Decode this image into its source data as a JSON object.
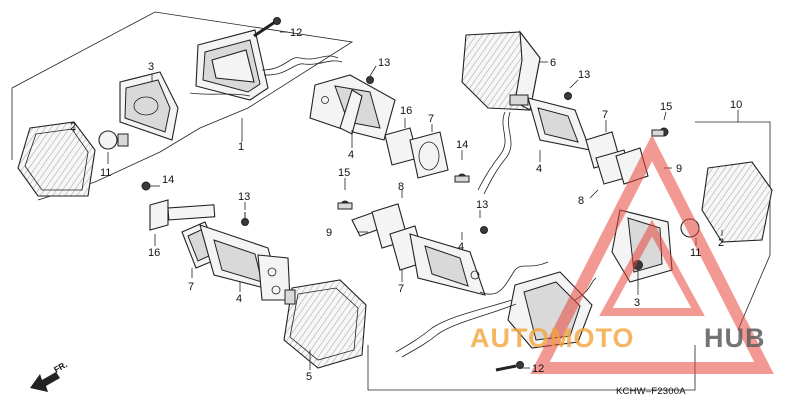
{
  "callouts": [
    {
      "id": "c1",
      "text": "1"
    },
    {
      "id": "c2a",
      "text": "2"
    },
    {
      "id": "c3a",
      "text": "3"
    },
    {
      "id": "c4a",
      "text": "4"
    },
    {
      "id": "c4b",
      "text": "4"
    },
    {
      "id": "c4c",
      "text": "4"
    },
    {
      "id": "c4d",
      "text": "4"
    },
    {
      "id": "c5",
      "text": "5"
    },
    {
      "id": "c6",
      "text": "6"
    },
    {
      "id": "c7a",
      "text": "7"
    },
    {
      "id": "c7b",
      "text": "7"
    },
    {
      "id": "c7c",
      "text": "7"
    },
    {
      "id": "c7d",
      "text": "7"
    },
    {
      "id": "c8a",
      "text": "8"
    },
    {
      "id": "c8b",
      "text": "8"
    },
    {
      "id": "c9a",
      "text": "9"
    },
    {
      "id": "c9b",
      "text": "9"
    },
    {
      "id": "c10",
      "text": "10"
    },
    {
      "id": "c11a",
      "text": "11"
    },
    {
      "id": "c11b",
      "text": "11"
    },
    {
      "id": "c12a",
      "text": "12"
    },
    {
      "id": "c12b",
      "text": "12"
    },
    {
      "id": "c13a",
      "text": "13"
    },
    {
      "id": "c13b",
      "text": "13"
    },
    {
      "id": "c13c",
      "text": "13"
    },
    {
      "id": "c13d",
      "text": "13"
    },
    {
      "id": "c14a",
      "text": "14"
    },
    {
      "id": "c14b",
      "text": "14"
    },
    {
      "id": "c15a",
      "text": "15"
    },
    {
      "id": "c15b",
      "text": "15"
    },
    {
      "id": "c16a",
      "text": "16"
    },
    {
      "id": "c16b",
      "text": "16"
    },
    {
      "id": "c2b",
      "text": "2"
    },
    {
      "id": "c3b",
      "text": "3"
    }
  ],
  "diagram_code": "KCHW–F2300A",
  "direction_label": "FR.",
  "watermark": {
    "word1": "AUTOMOTO",
    "word2": "HUB",
    "accent_color": "#e8453c",
    "orange": "#f2a23a",
    "gray": "#5c5c5c"
  }
}
